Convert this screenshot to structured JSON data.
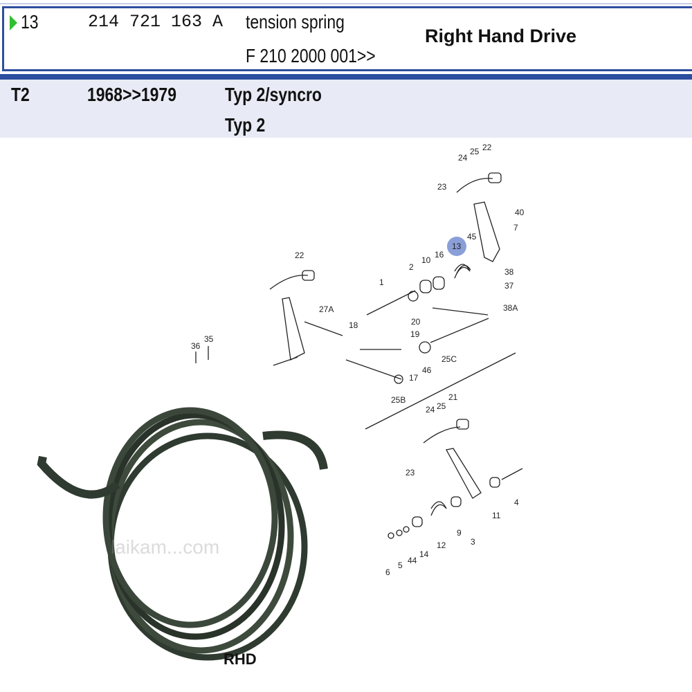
{
  "part_row": {
    "item": "13",
    "part_number": "214 721 163 A",
    "description": "tension spring",
    "chassis_from": "F 210 2000 001>>",
    "note": "Right Hand Drive"
  },
  "model_row": {
    "model": "T2",
    "years": "1968>>1979",
    "type_1": "Typ 2/syncro",
    "type_2": "Typ 2"
  },
  "diagram": {
    "highlighted": "13",
    "highlight_color": "#8a9fd8",
    "labels": [
      "22",
      "24",
      "25",
      "23",
      "40",
      "7",
      "45",
      "13",
      "16",
      "10",
      "2",
      "1",
      "38",
      "37",
      "38A",
      "22",
      "27A",
      "20",
      "18",
      "19",
      "36",
      "35",
      "25C",
      "46",
      "17",
      "25B",
      "24",
      "25",
      "21",
      "23",
      "4",
      "11",
      "9",
      "3",
      "12",
      "14",
      "44",
      "5",
      "6"
    ]
  },
  "photo": {
    "caption": "RHD",
    "watermark": "laikam...com"
  }
}
